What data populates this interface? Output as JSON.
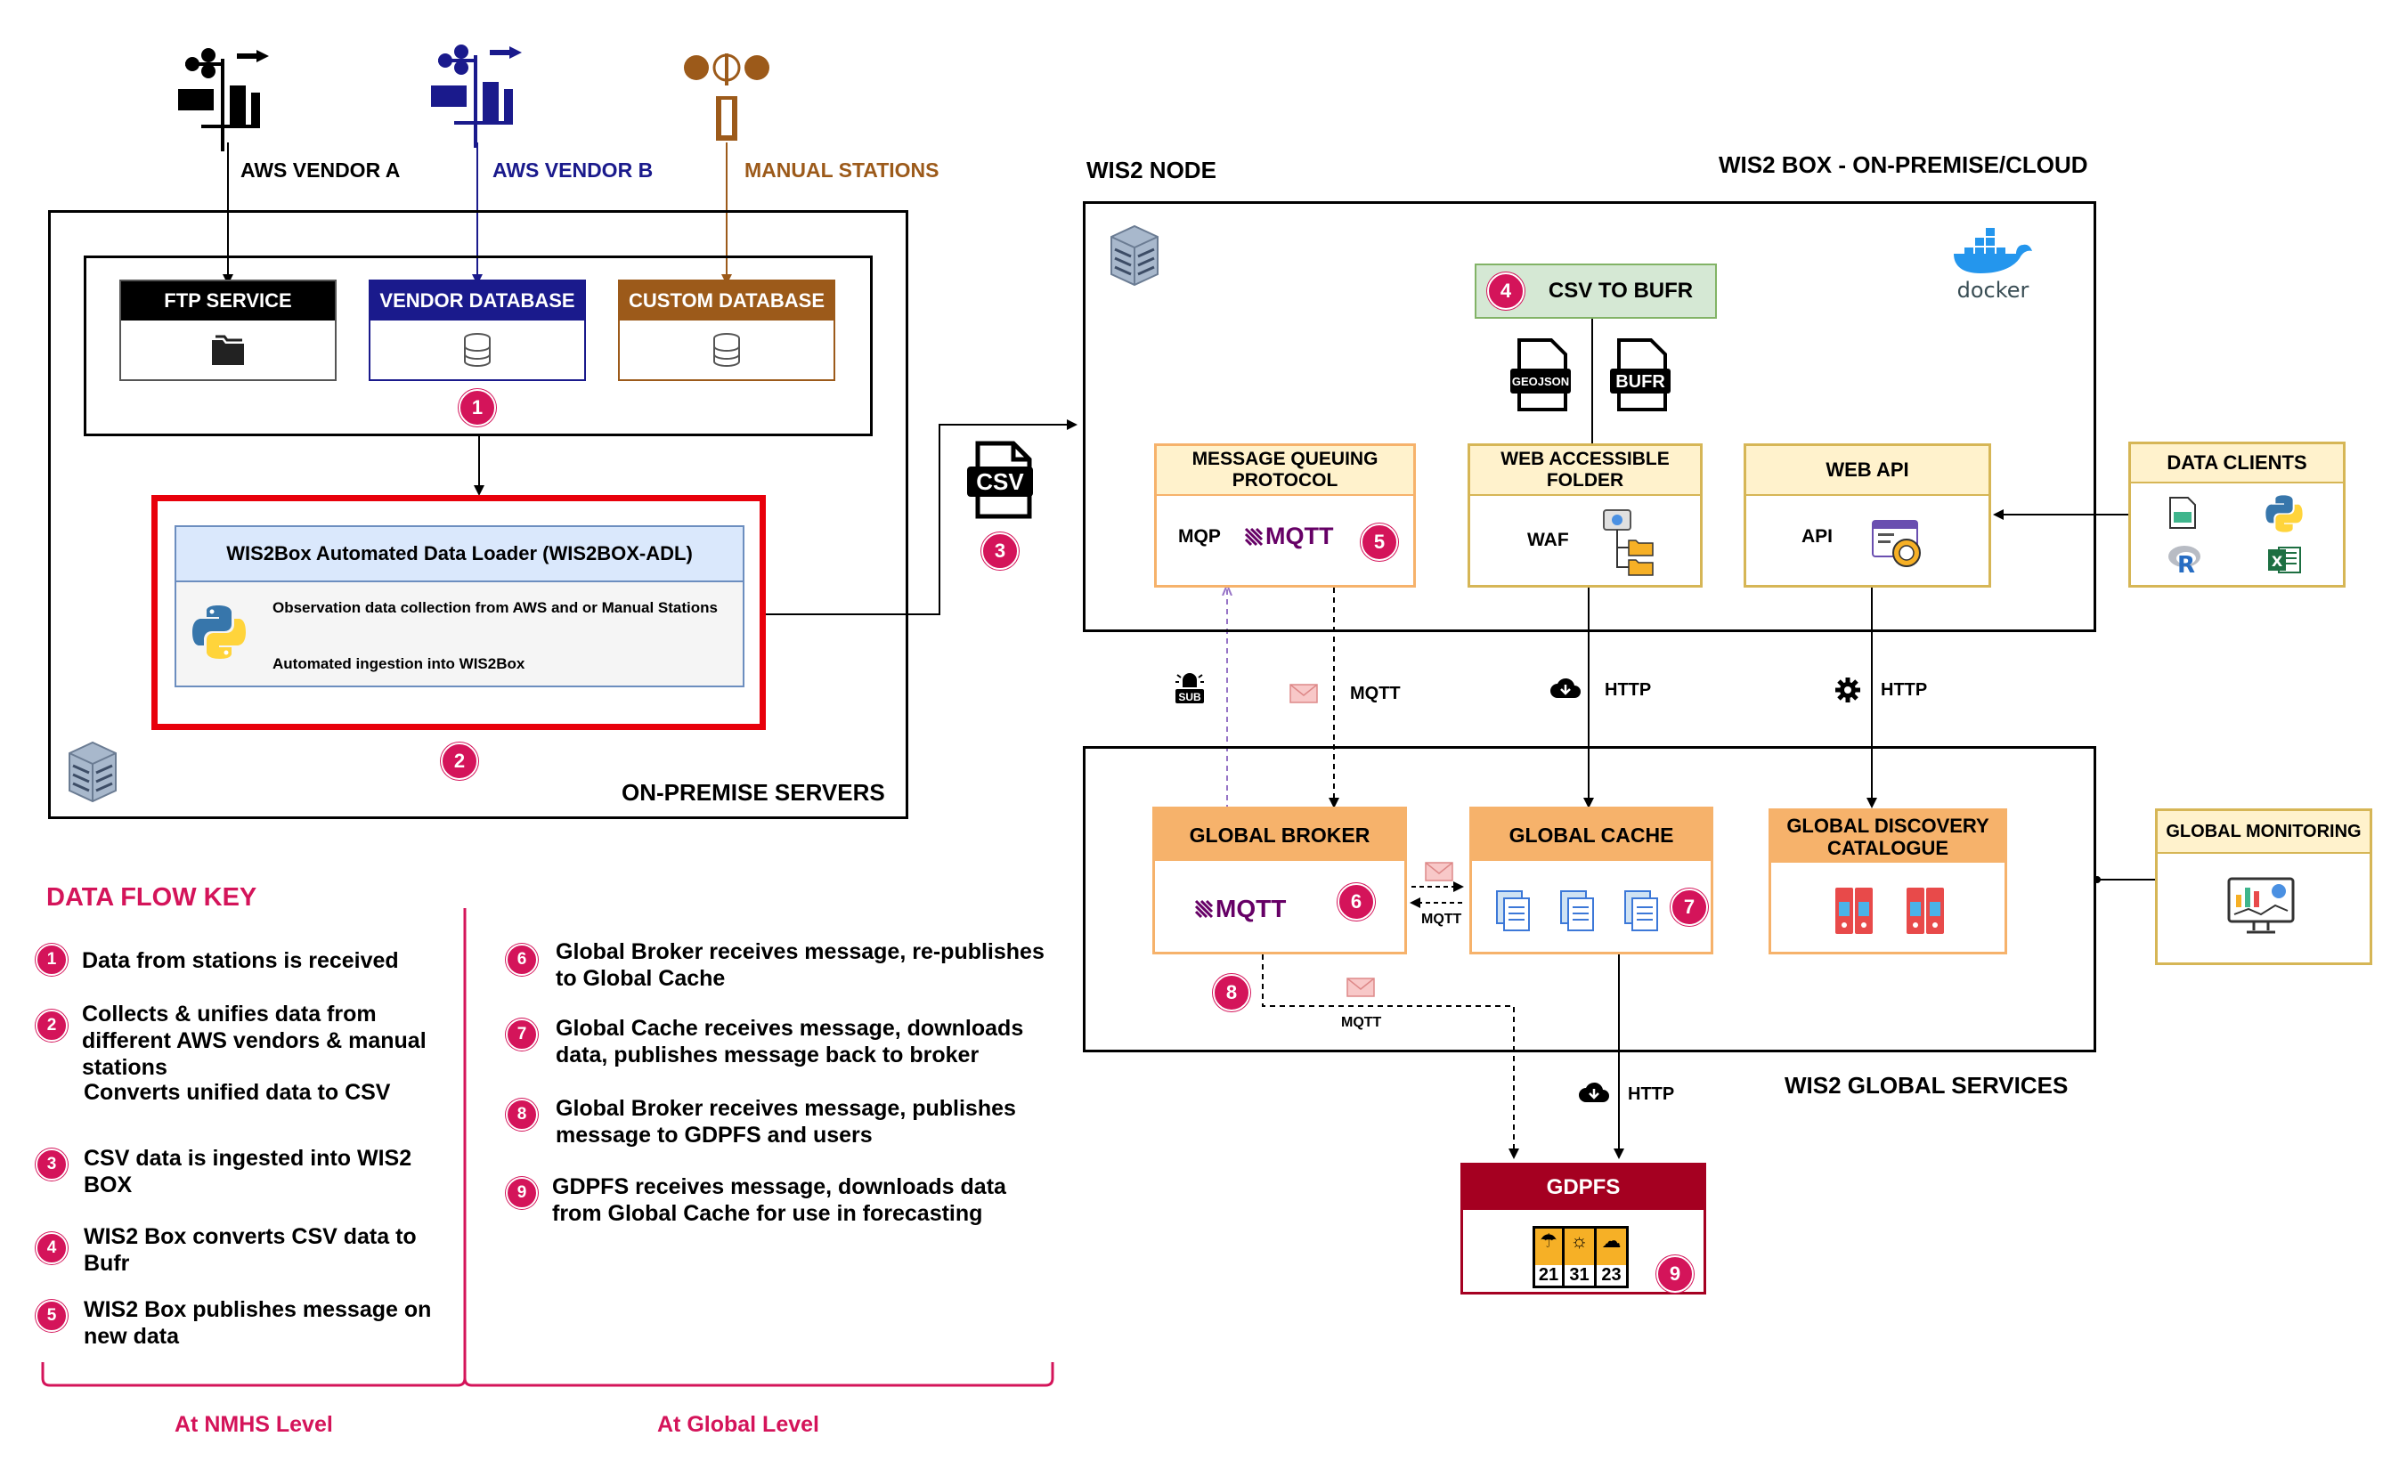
{
  "vendors": {
    "aws_a": "AWS VENDOR A",
    "aws_b": "AWS VENDOR B",
    "manual": "MANUAL STATIONS"
  },
  "on_premise": {
    "ftp": "FTP SERVICE",
    "vendor_db": "VENDOR DATABASE",
    "custom_db": "CUSTOM DATABASE",
    "adl_title": "WIS2Box Automated Data Loader (WIS2BOX-ADL)",
    "adl_line1": "Observation data collection from AWS and or Manual Stations",
    "adl_line2": "Automated ingestion into WIS2Box",
    "label": "ON-PREMISE SERVERS"
  },
  "csv_label": "CSV",
  "wis2_node": {
    "title": "WIS2 NODE",
    "box_title": "WIS2 BOX - ON-PREMISE/CLOUD",
    "csv_to_bufr": "CSV TO BUFR",
    "geojson": "GEOJSON",
    "bufr": "BUFR",
    "docker": "docker",
    "mqp_title": "MESSAGE QUEUING PROTOCOL",
    "mqp": "MQP",
    "mqtt": "MQTT",
    "waf_title": "WEB ACCESSIBLE FOLDER",
    "waf": "WAF",
    "api_title": "WEB API",
    "api": "API"
  },
  "data_clients": "DATA CLIENTS",
  "connections": {
    "mqtt": "MQTT",
    "http": "HTTP",
    "sub": "SUB"
  },
  "global": {
    "broker": "GLOBAL BROKER",
    "cache": "GLOBAL CACHE",
    "discovery": "GLOBAL DISCOVERY CATALOGUE",
    "monitoring": "GLOBAL MONITORING",
    "label": "WIS2 GLOBAL SERVICES",
    "gdpfs": "GDPFS",
    "days": [
      "21",
      "31",
      "23"
    ]
  },
  "key": {
    "title": "DATA FLOW KEY",
    "items": [
      {
        "n": "1",
        "text": "Data from stations is received"
      },
      {
        "n": "2",
        "text": "Collects & unifies data from different AWS vendors  & manual stations"
      },
      {
        "n": "",
        "text": "Converts unified data to CSV"
      },
      {
        "n": "3",
        "text": "CSV data is ingested into WIS2 BOX"
      },
      {
        "n": "4",
        "text": "WIS2 Box converts CSV data to Bufr"
      },
      {
        "n": "5",
        "text": "WIS2 Box publishes message on new data"
      },
      {
        "n": "6",
        "text": "Global Broker receives message, re-publishes to Global Cache"
      },
      {
        "n": "7",
        "text": "Global Cache receives message, downloads data, publishes message back to broker"
      },
      {
        "n": "8",
        "text": "Global Broker receives message, publishes message to GDPFS and users"
      },
      {
        "n": "9",
        "text": "GDPFS receives message, downloads data from Global Cache for use in forecasting"
      }
    ],
    "nmhs": "At NMHS Level",
    "global": "At Global Level"
  },
  "colors": {
    "accent": "#d4145a",
    "vendor_b": "#1a1a8c",
    "manual": "#9c5a1a",
    "orange": "#f6b26b",
    "yellow_fill": "#fff2cc",
    "yellow_border": "#d6b656",
    "green": "#d5e8d4",
    "gdpfs": "#a50021",
    "red_border": "#e8000b"
  }
}
